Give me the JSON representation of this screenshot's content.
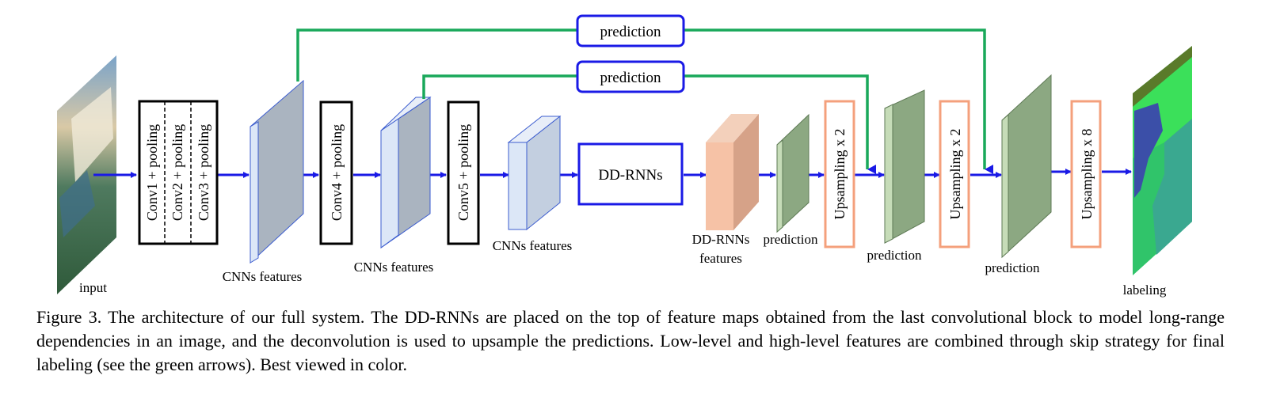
{
  "diagram": {
    "input_label": "input",
    "conv_block1": [
      "Conv1 + pooling",
      "Conv2 + pooling",
      "Conv3 + pooling"
    ],
    "conv4": "Conv4 + pooling",
    "conv5": "Conv5 + pooling",
    "cnn_features": [
      "CNNs features",
      "CNNs features",
      "CNNs features"
    ],
    "ddrnns": "DD-RNNs",
    "ddrnns_features": [
      "DD-RNNs",
      "features"
    ],
    "predictions": [
      "prediction",
      "prediction",
      "prediction"
    ],
    "skip_predictions": [
      "prediction",
      "prediction"
    ],
    "upsampling": [
      "Upsampling x 2",
      "Upsampling x 2",
      "Upsampling x 8"
    ],
    "labeling": "labeling"
  },
  "caption": "Figure 3. The architecture of our full system. The DD-RNNs are placed on the top of feature maps obtained from the last convolutional block to model long-range dependencies in an image, and the deconvolution is used to upsample the predictions. Low-level and high-level features are combined through skip strategy for final labeling (see the green arrows). Best viewed in color.",
  "colors": {
    "flow_arrow": "#1a1ae6",
    "skip_arrow": "#19a85a",
    "cnn_face": "#dce7f7",
    "cnn_side": "#aab4c0",
    "ddrnn_face": "#f6c2a6",
    "ddrnn_side": "#d6a288",
    "pred_face": "#c6dcb8",
    "pred_side": "#8ca882",
    "upsampling_border": "#f4a07c",
    "box_border": "#1a1ae6"
  }
}
